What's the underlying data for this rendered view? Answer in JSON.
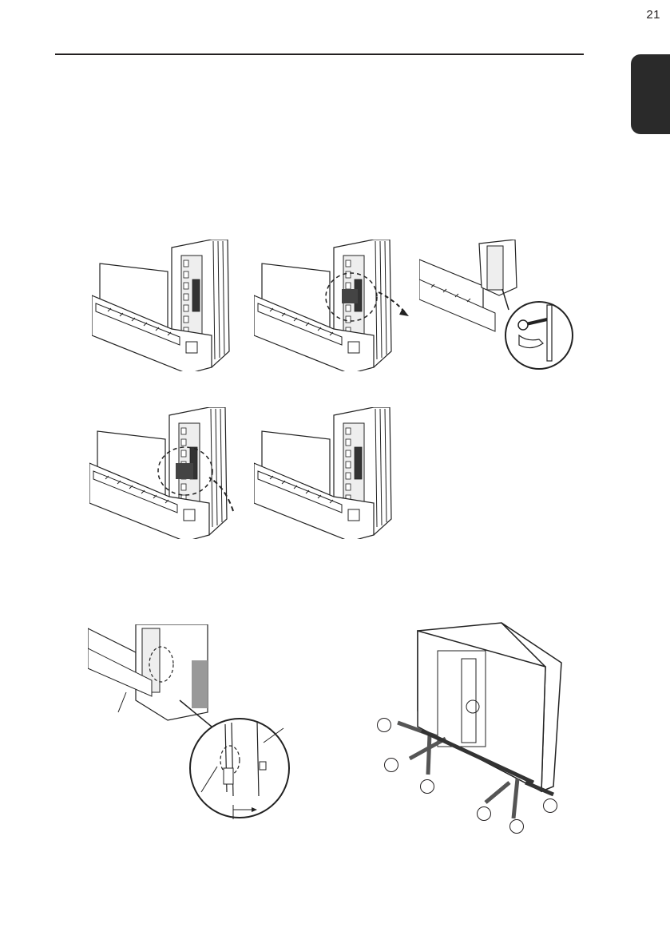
{
  "header": {
    "page_number": "21",
    "language_tab_color": "#2a2a2a"
  },
  "figures": [
    {
      "name": "step-1-unit"
    },
    {
      "name": "step-2-remove-cover"
    },
    {
      "name": "step-3-wrench-detail"
    },
    {
      "name": "step-4-replace-cover"
    },
    {
      "name": "step-5-finished"
    },
    {
      "name": "drain-detail"
    },
    {
      "name": "pipe-directions"
    }
  ],
  "pipe_callouts": [
    "",
    "",
    "",
    "",
    "",
    ""
  ]
}
